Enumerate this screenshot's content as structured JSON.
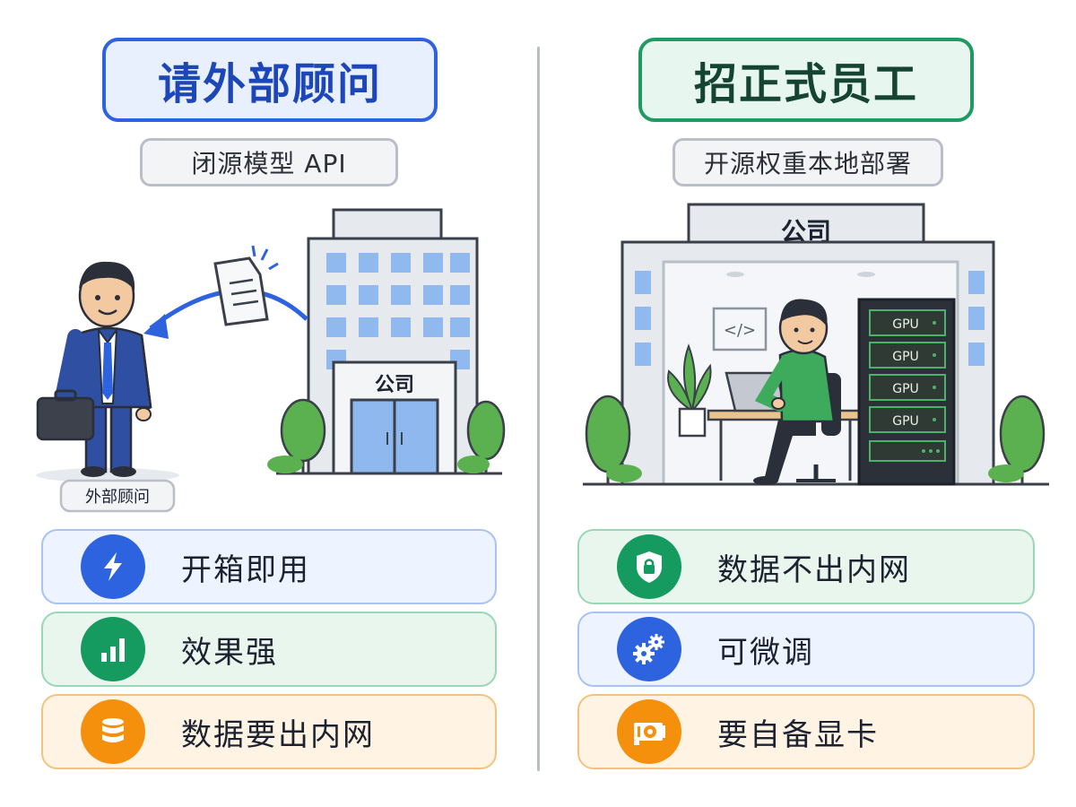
{
  "left": {
    "title": "请外部顾问",
    "subtitle": "闭源模型 API",
    "building_sign": "公司",
    "person_label": "外部顾问",
    "features": [
      {
        "label": "开箱即用",
        "icon": "lightning-icon"
      },
      {
        "label": "效果强",
        "icon": "bar-chart-icon"
      },
      {
        "label": "数据要出内网",
        "icon": "database-icon"
      }
    ]
  },
  "right": {
    "title": "招正式员工",
    "subtitle": "开源权重本地部署",
    "building_sign": "公司",
    "screen_code": "</>",
    "gpu_labels": [
      "GPU",
      "GPU",
      "GPU",
      "GPU"
    ],
    "features": [
      {
        "label": "数据不出内网",
        "icon": "shield-lock-icon"
      },
      {
        "label": "可微调",
        "icon": "gears-icon"
      },
      {
        "label": "要自备显卡",
        "icon": "graphics-card-icon"
      }
    ]
  },
  "colors": {
    "blue": "#2e63e0",
    "green": "#159a5f",
    "orange": "#f5900c"
  }
}
